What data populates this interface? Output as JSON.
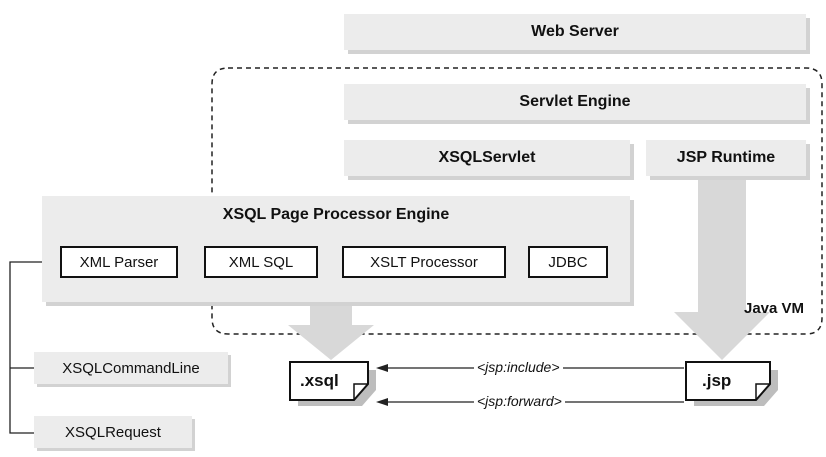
{
  "layers": {
    "web_server": "Web Server",
    "servlet_engine": "Servlet Engine",
    "xsql_servlet": "XSQLServlet",
    "jsp_runtime": "JSP Runtime",
    "page_processor": "XSQL Page Processor Engine",
    "java_vm": "Java VM"
  },
  "components": {
    "xml_parser": "XML Parser",
    "xml_sql": "XML SQL",
    "xslt_processor": "XSLT Processor",
    "jdbc": "JDBC"
  },
  "utilities": {
    "command_line": "XSQLCommandLine",
    "request": "XSQLRequest"
  },
  "files": {
    "xsql": ".xsql",
    "jsp": ".jsp"
  },
  "arrows": {
    "include": "<jsp:include>",
    "forward": "<jsp:forward>"
  }
}
